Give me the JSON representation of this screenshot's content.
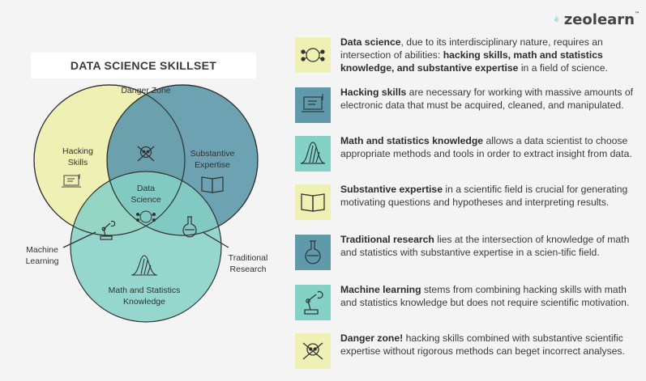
{
  "brand": {
    "name": "zeolearn",
    "tm": "™"
  },
  "diagram": {
    "title": "DATA SCIENCE SKILLSET",
    "danger_zone": "Danger Zone",
    "hacking_skills": [
      "Hacking",
      "Skills"
    ],
    "substantive_expertise": [
      "Substantive",
      "Expertise"
    ],
    "data_science": [
      "Data",
      "Science"
    ],
    "machine_learning": [
      "Machine",
      "Learning"
    ],
    "traditional_research": [
      "Traditional",
      "Research"
    ],
    "math_statistics": [
      "Math and Statistics",
      "Knowledge"
    ],
    "colors": {
      "hacking": "#eef0b4",
      "substantive": "#5f9aab",
      "math": "#84d1c6",
      "outline": "#333333"
    }
  },
  "descriptions": [
    {
      "icon": "brain-circuit-icon",
      "bg": "#eef0b4",
      "bold": "Data science",
      "text": ", due to its interdisciplinary nature, requires an intersection of abilities: ",
      "bold2": "hacking skills, math and statistics knowledge, and substantive expertise",
      "text2": " in a field of science."
    },
    {
      "icon": "laptop-code-icon",
      "bg": "#5f9aab",
      "bold": "Hacking skills",
      "text": " are necessary for working with massive amounts of electronic data that must be acquired, cleaned, and manipulated.",
      "bold2": "",
      "text2": ""
    },
    {
      "icon": "bell-curve-icon",
      "bg": "#84d1c6",
      "bold": "Math and statistics knowledge",
      "text": " allows a data scientist to choose appropriate methods and tools in order to extract insight from data.",
      "bold2": "",
      "text2": ""
    },
    {
      "icon": "open-book-icon",
      "bg": "#eef0b4",
      "bold": "Substantive expertise",
      "text": " in a scientific field is crucial for generating motivating questions and hypotheses and interpreting results.",
      "bold2": "",
      "text2": ""
    },
    {
      "icon": "flask-icon",
      "bg": "#5f9aab",
      "bold": "Traditional research",
      "text": " lies at the intersection of knowledge of math and statistics with substantive expertise in a scien-tific field.",
      "bold2": "",
      "text2": ""
    },
    {
      "icon": "robot-arm-icon",
      "bg": "#84d1c6",
      "bold": "Machine learning",
      "text": " stems from combining hacking skills with math and statistics knowledge but does not require scientific motivation.",
      "bold2": "",
      "text2": ""
    },
    {
      "icon": "skull-crossbones-icon",
      "bg": "#eef0b4",
      "bold": "Danger zone!",
      "text": " hacking skills combined with substantive scientific expertise without rigorous methods can beget incorrect analyses.",
      "bold2": "",
      "text2": ""
    }
  ]
}
